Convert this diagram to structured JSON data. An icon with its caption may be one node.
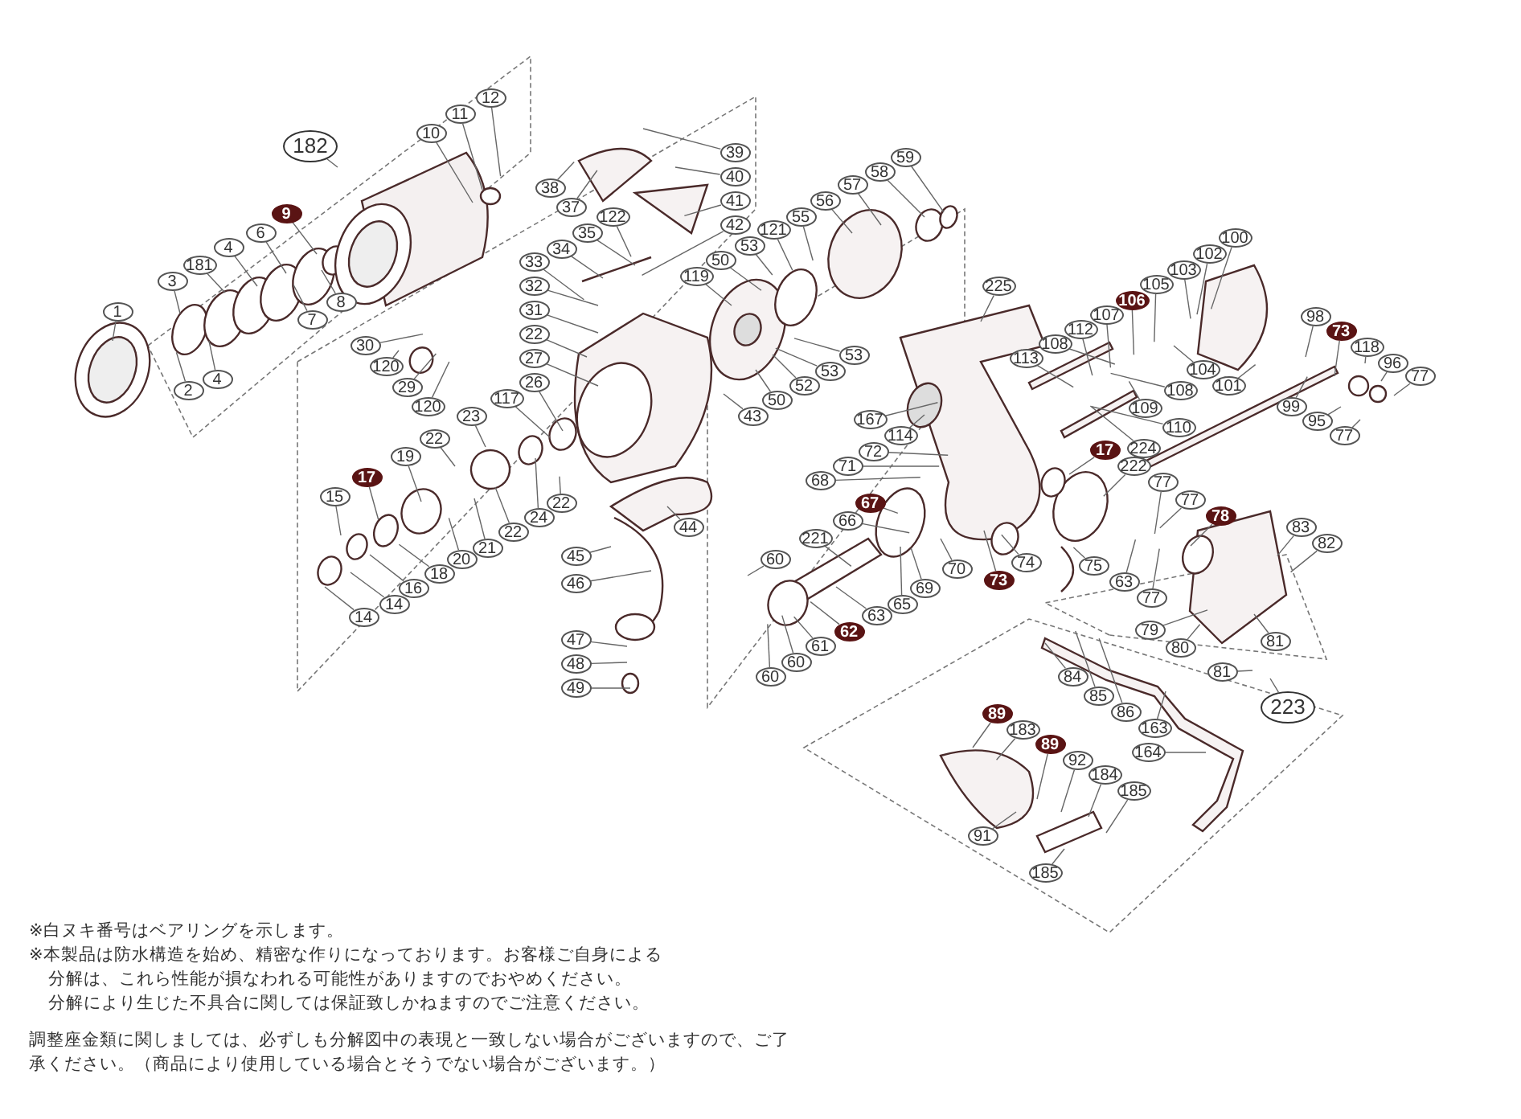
{
  "diagram": {
    "nodes": [
      {
        "text": [
          "182"
        ]
      },
      {
        "text": [
          "12"
        ]
      },
      {
        "text": [
          "11"
        ]
      },
      {
        "text": [
          "10"
        ]
      },
      {
        "text": [
          "9"
        ]
      },
      {
        "text": [
          "6"
        ]
      },
      {
        "text": [
          "4"
        ]
      },
      {
        "text": [
          "181"
        ]
      },
      {
        "text": [
          "3"
        ]
      },
      {
        "text": [
          "1"
        ]
      },
      {
        "text": [
          "2"
        ]
      },
      {
        "text": [
          "4"
        ]
      },
      {
        "text": [
          "7"
        ]
      },
      {
        "text": [
          "8"
        ]
      },
      {
        "text": [
          "38"
        ]
      },
      {
        "text": [
          "37"
        ]
      },
      {
        "text": [
          "39"
        ]
      },
      {
        "text": [
          "40"
        ]
      },
      {
        "text": [
          "41"
        ]
      },
      {
        "text": [
          "42"
        ]
      },
      {
        "text": [
          "122"
        ]
      },
      {
        "text": [
          "35"
        ]
      },
      {
        "text": [
          "34"
        ]
      },
      {
        "text": [
          "33"
        ]
      },
      {
        "text": [
          "32"
        ]
      },
      {
        "text": [
          "31"
        ]
      },
      {
        "text": [
          "22"
        ]
      },
      {
        "text": [
          "27"
        ]
      },
      {
        "text": [
          "26"
        ]
      },
      {
        "text": [
          "117"
        ]
      },
      {
        "text": [
          "30"
        ]
      },
      {
        "text": [
          "120"
        ]
      },
      {
        "text": [
          "29"
        ]
      },
      {
        "text": [
          "120"
        ]
      },
      {
        "text": [
          "23"
        ]
      },
      {
        "text": [
          "22"
        ]
      },
      {
        "text": [
          "19"
        ]
      },
      {
        "text": [
          "17"
        ]
      },
      {
        "text": [
          "15"
        ]
      },
      {
        "text": [
          "16"
        ]
      },
      {
        "text": [
          "14"
        ]
      },
      {
        "text": [
          "14"
        ]
      },
      {
        "text": [
          "18"
        ]
      },
      {
        "text": [
          "20"
        ]
      },
      {
        "text": [
          "21"
        ]
      },
      {
        "text": [
          "22"
        ]
      },
      {
        "text": [
          "24"
        ]
      },
      {
        "text": [
          "22"
        ]
      },
      {
        "text": [
          "44"
        ]
      },
      {
        "text": [
          "45"
        ]
      },
      {
        "text": [
          "46"
        ]
      },
      {
        "text": [
          "47"
        ]
      },
      {
        "text": [
          "48"
        ]
      },
      {
        "text": [
          "49"
        ]
      },
      {
        "text": [
          "119"
        ]
      },
      {
        "text": [
          "50"
        ]
      },
      {
        "text": [
          "53"
        ]
      },
      {
        "text": [
          "121"
        ]
      },
      {
        "text": [
          "55"
        ]
      },
      {
        "text": [
          "56"
        ]
      },
      {
        "text": [
          "57"
        ]
      },
      {
        "text": [
          "58"
        ]
      },
      {
        "text": [
          "59"
        ]
      },
      {
        "text": [
          "53"
        ]
      },
      {
        "text": [
          "53"
        ]
      },
      {
        "text": [
          "52"
        ]
      },
      {
        "text": [
          "50"
        ]
      },
      {
        "text": [
          "43"
        ]
      },
      {
        "text": [
          "225"
        ]
      },
      {
        "text": [
          "167"
        ]
      },
      {
        "text": [
          "114"
        ]
      },
      {
        "text": [
          "72"
        ]
      },
      {
        "text": [
          "71"
        ]
      },
      {
        "text": [
          "68"
        ]
      },
      {
        "text": [
          "67"
        ]
      },
      {
        "text": [
          "66"
        ]
      },
      {
        "text": [
          "221"
        ]
      },
      {
        "text": [
          "65"
        ]
      },
      {
        "text": [
          "69"
        ]
      },
      {
        "text": [
          "70"
        ]
      },
      {
        "text": [
          "60"
        ]
      },
      {
        "text": [
          "63"
        ]
      },
      {
        "text": [
          "62"
        ]
      },
      {
        "text": [
          "61"
        ]
      },
      {
        "text": [
          "60"
        ]
      },
      {
        "text": [
          "60"
        ]
      },
      {
        "text": [
          "73"
        ]
      },
      {
        "text": [
          "74"
        ]
      },
      {
        "text": [
          "75"
        ]
      },
      {
        "text": [
          "100"
        ]
      },
      {
        "text": [
          "102"
        ]
      },
      {
        "text": [
          "103"
        ]
      },
      {
        "text": [
          "105"
        ]
      },
      {
        "text": [
          "106"
        ]
      },
      {
        "text": [
          "107"
        ]
      },
      {
        "text": [
          "112"
        ]
      },
      {
        "text": [
          "108"
        ]
      },
      {
        "text": [
          "113"
        ]
      },
      {
        "text": [
          "108"
        ]
      },
      {
        "text": [
          "109"
        ]
      },
      {
        "text": [
          "110"
        ]
      },
      {
        "text": [
          "224"
        ]
      },
      {
        "text": [
          "104"
        ]
      },
      {
        "text": [
          "101"
        ]
      },
      {
        "text": [
          "98"
        ]
      },
      {
        "text": [
          "73"
        ]
      },
      {
        "text": [
          "118"
        ]
      },
      {
        "text": [
          "96"
        ]
      },
      {
        "text": [
          "77"
        ]
      },
      {
        "text": [
          "99"
        ]
      },
      {
        "text": [
          "95"
        ]
      },
      {
        "text": [
          "77"
        ]
      },
      {
        "text": [
          "17"
        ]
      },
      {
        "text": [
          "222"
        ]
      },
      {
        "text": [
          "77"
        ]
      },
      {
        "text": [
          "77"
        ]
      },
      {
        "text": [
          "78"
        ]
      },
      {
        "text": [
          "83"
        ]
      },
      {
        "text": [
          "82"
        ]
      },
      {
        "text": [
          "63"
        ]
      },
      {
        "text": [
          "77"
        ]
      },
      {
        "text": [
          "79"
        ]
      },
      {
        "text": [
          "80"
        ]
      },
      {
        "text": [
          "81"
        ]
      },
      {
        "text": [
          "81"
        ]
      },
      {
        "text": [
          "223"
        ]
      },
      {
        "text": [
          "84"
        ]
      },
      {
        "text": [
          "85"
        ]
      },
      {
        "text": [
          "86"
        ]
      },
      {
        "text": [
          "163"
        ]
      },
      {
        "text": [
          "164"
        ]
      },
      {
        "text": [
          "89"
        ]
      },
      {
        "text": [
          "183"
        ]
      },
      {
        "text": [
          "89"
        ]
      },
      {
        "text": [
          "92"
        ]
      },
      {
        "text": [
          "184"
        ]
      },
      {
        "text": [
          "185"
        ]
      },
      {
        "text": [
          "91"
        ]
      },
      {
        "text": [
          "185"
        ]
      }
    ],
    "edges": [
      {
        "from": 0,
        "to": null,
        "arrow": "none"
      },
      {
        "from": 1,
        "to": null,
        "arrow": "none"
      },
      {
        "from": 2,
        "to": null,
        "arrow": "none"
      },
      {
        "from": 3,
        "to": null,
        "arrow": "none"
      },
      {
        "from": 4,
        "to": null,
        "arrow": "none"
      },
      {
        "from": 5,
        "to": null,
        "arrow": "none"
      },
      {
        "from": 6,
        "to": null,
        "arrow": "none"
      },
      {
        "from": 7,
        "to": null,
        "arrow": "none"
      },
      {
        "from": 8,
        "to": null,
        "arrow": "none"
      },
      {
        "from": 9,
        "to": null,
        "arrow": "none"
      },
      {
        "from": 10,
        "to": null,
        "arrow": "none"
      },
      {
        "from": 11,
        "to": null,
        "arrow": "none"
      },
      {
        "from": 12,
        "to": null,
        "arrow": "none"
      },
      {
        "from": 13,
        "to": null,
        "arrow": "none"
      },
      {
        "from": 14,
        "to": null,
        "arrow": "none"
      },
      {
        "from": 15,
        "to": null,
        "arrow": "none"
      },
      {
        "from": 16,
        "to": null,
        "arrow": "none"
      },
      {
        "from": 17,
        "to": null,
        "arrow": "none"
      },
      {
        "from": 18,
        "to": null,
        "arrow": "none"
      },
      {
        "from": 19,
        "to": null,
        "arrow": "none"
      },
      {
        "from": 20,
        "to": null,
        "arrow": "none"
      },
      {
        "from": 21,
        "to": null,
        "arrow": "none"
      },
      {
        "from": 22,
        "to": null,
        "arrow": "none"
      },
      {
        "from": 23,
        "to": null,
        "arrow": "none"
      },
      {
        "from": 24,
        "to": null,
        "arrow": "none"
      },
      {
        "from": 25,
        "to": null,
        "arrow": "none"
      },
      {
        "from": 26,
        "to": null,
        "arrow": "none"
      },
      {
        "from": 27,
        "to": null,
        "arrow": "none"
      },
      {
        "from": 28,
        "to": null,
        "arrow": "none"
      },
      {
        "from": 29,
        "to": null,
        "arrow": "none"
      },
      {
        "from": 30,
        "to": null,
        "arrow": "none"
      },
      {
        "from": 31,
        "to": null,
        "arrow": "none"
      },
      {
        "from": 32,
        "to": null,
        "arrow": "none"
      },
      {
        "from": 33,
        "to": null,
        "arrow": "none"
      },
      {
        "from": 34,
        "to": null,
        "arrow": "none"
      },
      {
        "from": 35,
        "to": null,
        "arrow": "none"
      },
      {
        "from": 36,
        "to": null,
        "arrow": "none"
      },
      {
        "from": 37,
        "to": null,
        "arrow": "none"
      },
      {
        "from": 38,
        "to": null,
        "arrow": "none"
      },
      {
        "from": 39,
        "to": null,
        "arrow": "none"
      },
      {
        "from": 40,
        "to": null,
        "arrow": "none"
      },
      {
        "from": 41,
        "to": null,
        "arrow": "none"
      },
      {
        "from": 42,
        "to": null,
        "arrow": "none"
      },
      {
        "from": 43,
        "to": null,
        "arrow": "none"
      },
      {
        "from": 44,
        "to": null,
        "arrow": "none"
      },
      {
        "from": 45,
        "to": null,
        "arrow": "none"
      },
      {
        "from": 46,
        "to": null,
        "arrow": "none"
      },
      {
        "from": 47,
        "to": null,
        "arrow": "none"
      },
      {
        "from": 48,
        "to": null,
        "arrow": "none"
      },
      {
        "from": 49,
        "to": null,
        "arrow": "none"
      },
      {
        "from": 50,
        "to": null,
        "arrow": "none"
      },
      {
        "from": 51,
        "to": null,
        "arrow": "none"
      },
      {
        "from": 52,
        "to": null,
        "arrow": "none"
      },
      {
        "from": 53,
        "to": null,
        "arrow": "none"
      },
      {
        "from": 54,
        "to": null,
        "arrow": "none"
      },
      {
        "from": 55,
        "to": null,
        "arrow": "none"
      },
      {
        "from": 56,
        "to": null,
        "arrow": "none"
      },
      {
        "from": 57,
        "to": null,
        "arrow": "none"
      },
      {
        "from": 58,
        "to": null,
        "arrow": "none"
      },
      {
        "from": 59,
        "to": null,
        "arrow": "none"
      },
      {
        "from": 60,
        "to": null,
        "arrow": "none"
      },
      {
        "from": 61,
        "to": null,
        "arrow": "none"
      },
      {
        "from": 62,
        "to": null,
        "arrow": "none"
      },
      {
        "from": 63,
        "to": null,
        "arrow": "none"
      },
      {
        "from": 64,
        "to": null,
        "arrow": "none"
      },
      {
        "from": 65,
        "to": null,
        "arrow": "none"
      },
      {
        "from": 66,
        "to": null,
        "arrow": "none"
      },
      {
        "from": 67,
        "to": null,
        "arrow": "none"
      },
      {
        "from": 68,
        "to": null,
        "arrow": "none"
      },
      {
        "from": 69,
        "to": null,
        "arrow": "none"
      },
      {
        "from": 70,
        "to": null,
        "arrow": "none"
      },
      {
        "from": 71,
        "to": null,
        "arrow": "none"
      },
      {
        "from": 72,
        "to": null,
        "arrow": "none"
      },
      {
        "from": 73,
        "to": null,
        "arrow": "none"
      },
      {
        "from": 74,
        "to": null,
        "arrow": "none"
      },
      {
        "from": 75,
        "to": null,
        "arrow": "none"
      },
      {
        "from": 76,
        "to": null,
        "arrow": "none"
      },
      {
        "from": 77,
        "to": null,
        "arrow": "none"
      },
      {
        "from": 78,
        "to": null,
        "arrow": "none"
      },
      {
        "from": 79,
        "to": null,
        "arrow": "none"
      },
      {
        "from": 80,
        "to": null,
        "arrow": "none"
      },
      {
        "from": 81,
        "to": null,
        "arrow": "none"
      },
      {
        "from": 82,
        "to": null,
        "arrow": "none"
      },
      {
        "from": 83,
        "to": null,
        "arrow": "none"
      },
      {
        "from": 84,
        "to": null,
        "arrow": "none"
      },
      {
        "from": 85,
        "to": null,
        "arrow": "none"
      },
      {
        "from": 86,
        "to": null,
        "arrow": "none"
      },
      {
        "from": 87,
        "to": null,
        "arrow": "none"
      },
      {
        "from": 88,
        "to": null,
        "arrow": "none"
      },
      {
        "from": 89,
        "to": null,
        "arrow": "none"
      },
      {
        "from": 90,
        "to": null,
        "arrow": "none"
      },
      {
        "from": 91,
        "to": null,
        "arrow": "none"
      },
      {
        "from": 92,
        "to": null,
        "arrow": "none"
      },
      {
        "from": 93,
        "to": null,
        "arrow": "none"
      },
      {
        "from": 94,
        "to": null,
        "arrow": "none"
      },
      {
        "from": 95,
        "to": null,
        "arrow": "none"
      },
      {
        "from": 96,
        "to": null,
        "arrow": "none"
      },
      {
        "from": 97,
        "to": null,
        "arrow": "none"
      },
      {
        "from": 98,
        "to": null,
        "arrow": "none"
      },
      {
        "from": 99,
        "to": null,
        "arrow": "none"
      },
      {
        "from": 100,
        "to": null,
        "arrow": "none"
      },
      {
        "from": 101,
        "to": null,
        "arrow": "none"
      },
      {
        "from": 102,
        "to": null,
        "arrow": "none"
      },
      {
        "from": 103,
        "to": null,
        "arrow": "none"
      },
      {
        "from": 104,
        "to": null,
        "arrow": "none"
      },
      {
        "from": 105,
        "to": null,
        "arrow": "none"
      },
      {
        "from": 106,
        "to": null,
        "arrow": "none"
      },
      {
        "from": 107,
        "to": null,
        "arrow": "none"
      },
      {
        "from": 108,
        "to": null,
        "arrow": "none"
      },
      {
        "from": 109,
        "to": null,
        "arrow": "none"
      },
      {
        "from": 110,
        "to": null,
        "arrow": "none"
      },
      {
        "from": 111,
        "to": null,
        "arrow": "none"
      },
      {
        "from": 112,
        "to": null,
        "arrow": "none"
      },
      {
        "from": 113,
        "to": null,
        "arrow": "none"
      },
      {
        "from": 114,
        "to": null,
        "arrow": "none"
      },
      {
        "from": 115,
        "to": null,
        "arrow": "none"
      },
      {
        "from": 116,
        "to": null,
        "arrow": "none"
      },
      {
        "from": 117,
        "to": null,
        "arrow": "none"
      },
      {
        "from": 118,
        "to": null,
        "arrow": "none"
      },
      {
        "from": 119,
        "to": null,
        "arrow": "none"
      },
      {
        "from": 120,
        "to": null,
        "arrow": "none"
      },
      {
        "from": 121,
        "to": null,
        "arrow": "none"
      },
      {
        "from": 122,
        "to": null,
        "arrow": "none"
      },
      {
        "from": 123,
        "to": null,
        "arrow": "none"
      },
      {
        "from": 124,
        "to": null,
        "arrow": "none"
      },
      {
        "from": 125,
        "to": null,
        "arrow": "none"
      },
      {
        "from": 126,
        "to": null,
        "arrow": "none"
      },
      {
        "from": 127,
        "to": null,
        "arrow": "none"
      },
      {
        "from": 128,
        "to": null,
        "arrow": "none"
      },
      {
        "from": 129,
        "to": null,
        "arrow": "none"
      },
      {
        "from": 130,
        "to": null,
        "arrow": "none"
      },
      {
        "from": 131,
        "to": null,
        "arrow": "none"
      },
      {
        "from": 132,
        "to": null,
        "arrow": "none"
      },
      {
        "from": 133,
        "to": null,
        "arrow": "none"
      },
      {
        "from": 134,
        "to": null,
        "arrow": "none"
      },
      {
        "from": 135,
        "to": null,
        "arrow": "none"
      },
      {
        "from": 136,
        "to": null,
        "arrow": "none"
      },
      {
        "from": 137,
        "to": null,
        "arrow": "none"
      },
      {
        "from": 138,
        "to": null,
        "arrow": "none"
      }
    ],
    "labels": [
      "※白ヌキ番号はベアリングを示します。",
      "※本製品は防水構造を始め、精密な作りになっております。お客様ご自身による分解は、これら性能が損なわれる可能性がありますのでおやめください。",
      "分解により生じた不具合に関しては保証致しかねますのでご注意ください。",
      "調整座金類に関しましては、必ずしも分解図中の表現と一致しない場合がございますので、ご了承ください。（商品により使用している場合とそうでない場合がございます。）"
    ]
  }
}
